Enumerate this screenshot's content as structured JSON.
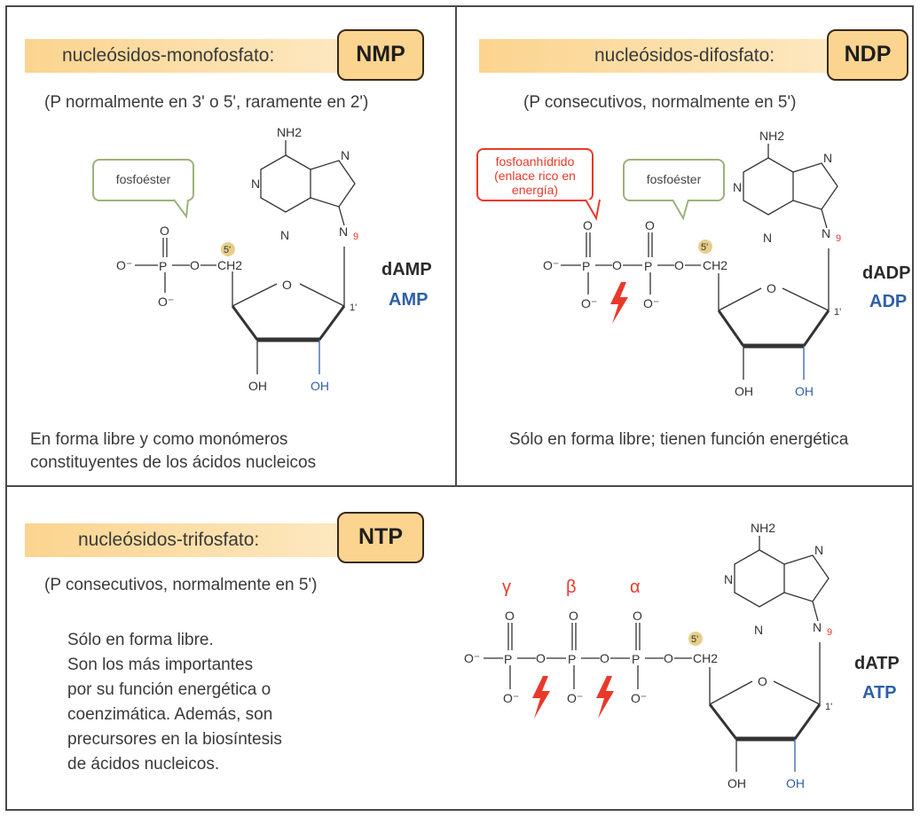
{
  "panels": {
    "nmp": {
      "title": "nucleósidos-monofosfato:",
      "badge": "NMP",
      "subtitle": "(P normalmente en 3' o 5', raramente en 2')",
      "callout": "fosfoéster",
      "name_deoxy": "dAMP",
      "name_ribo": "AMP",
      "footer_line1": "En forma libre y como monómeros",
      "footer_line2": "constituyentes de los ácidos nucleicos"
    },
    "ndp": {
      "title": "nucleósidos-difosfato:",
      "badge": "NDP",
      "subtitle": "(P consecutivos, normalmente en 5')",
      "callout_red_line1": "fosfoanhídrido",
      "callout_red_line2": "(enlace rico en",
      "callout_red_line3": "energía)",
      "callout": "fosfoéster",
      "name_deoxy": "dADP",
      "name_ribo": "ADP",
      "footer": "Sólo en forma libre; tienen función energética"
    },
    "ntp": {
      "title": "nucleósidos-trifosfato:",
      "badge": "NTP",
      "subtitle": "(P consecutivos, normalmente en 5')",
      "body": [
        "Sólo en forma libre.",
        "Son los más importantes",
        "por su función energética o",
        "coenzimática. Además, son",
        "precursores en la biosíntesis",
        "de ácidos nucleicos."
      ],
      "greek": [
        "γ",
        "β",
        "α"
      ],
      "name_deoxy": "dATP",
      "name_ribo": "ATP"
    }
  },
  "chem": {
    "nh2": "NH2",
    "n": "N",
    "o": "O",
    "o_minus": "O⁻",
    "p": "P",
    "ch2": "CH2",
    "oh": "OH",
    "five": "5'",
    "one": "1'",
    "nine": "9"
  },
  "colors": {
    "band": "#fbd48f",
    "red": "#e8392a",
    "blue": "#2f5fa8",
    "callout_green": "#9db27a",
    "marker": "#e6cf8a"
  }
}
